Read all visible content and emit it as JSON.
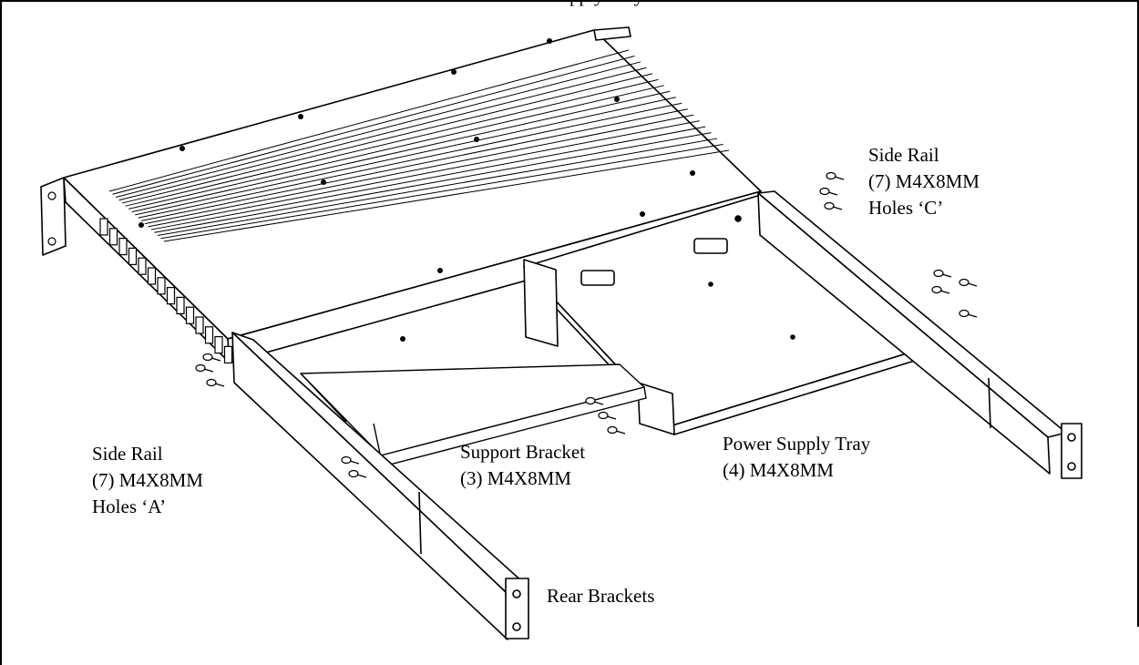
{
  "top_caption": "Power Supply Tray",
  "callouts": {
    "side_rail_c": {
      "title": "Side Rail",
      "screws": "(7) M4X8MM",
      "holes": "Holes ‘C’"
    },
    "side_rail_a": {
      "title": "Side Rail",
      "screws": "(7) M4X8MM",
      "holes": "Holes ‘A’"
    },
    "support_bracket": {
      "title": "Support Bracket",
      "screws": "(3) M4X8MM"
    },
    "power_supply_tray": {
      "title": "Power Supply Tray",
      "screws": "(4) M4X8MM"
    },
    "rear_brackets": {
      "title": "Rear Brackets"
    }
  },
  "colors": {
    "line": "#000000",
    "background": "#ffffff",
    "fill": "#ffffff"
  }
}
